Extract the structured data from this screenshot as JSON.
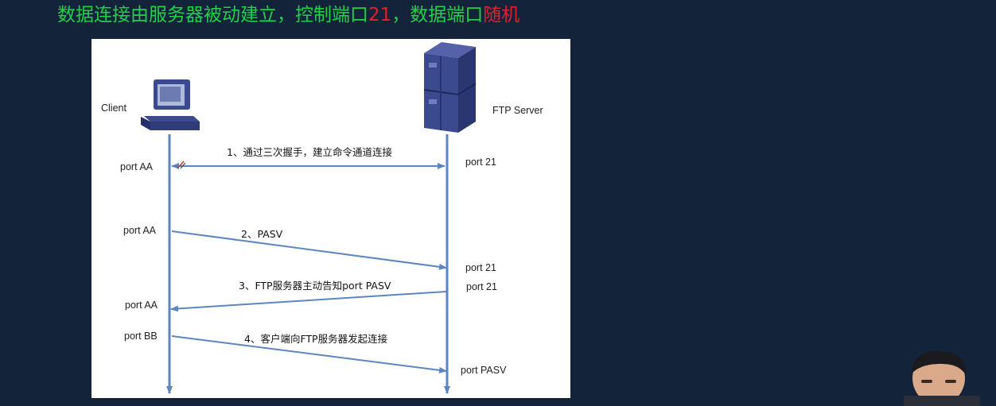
{
  "title": {
    "part1": "数据连接由服务器被动建立，控制端口",
    "port": "21",
    "part2": "，数据端口",
    "random": "随机"
  },
  "diagram": {
    "client_label": "Client",
    "server_label": "FTP Server",
    "left_ports": [
      "port AA",
      "port AA",
      "port AA",
      "port BB"
    ],
    "right_ports": [
      "port 21",
      "port 21",
      "port 21",
      "port PASV"
    ],
    "messages": [
      "1、通过三次握手，建立命令通道连接",
      "2、PASV",
      "3、FTP服务器主动告知port PASV",
      "4、客户端向FTP服务器发起连接"
    ]
  },
  "colors": {
    "background": "#13243a",
    "title_green": "#21d04a",
    "title_red": "#e0202a",
    "arrow": "#5b86c0",
    "device": "#3b4a8e"
  }
}
